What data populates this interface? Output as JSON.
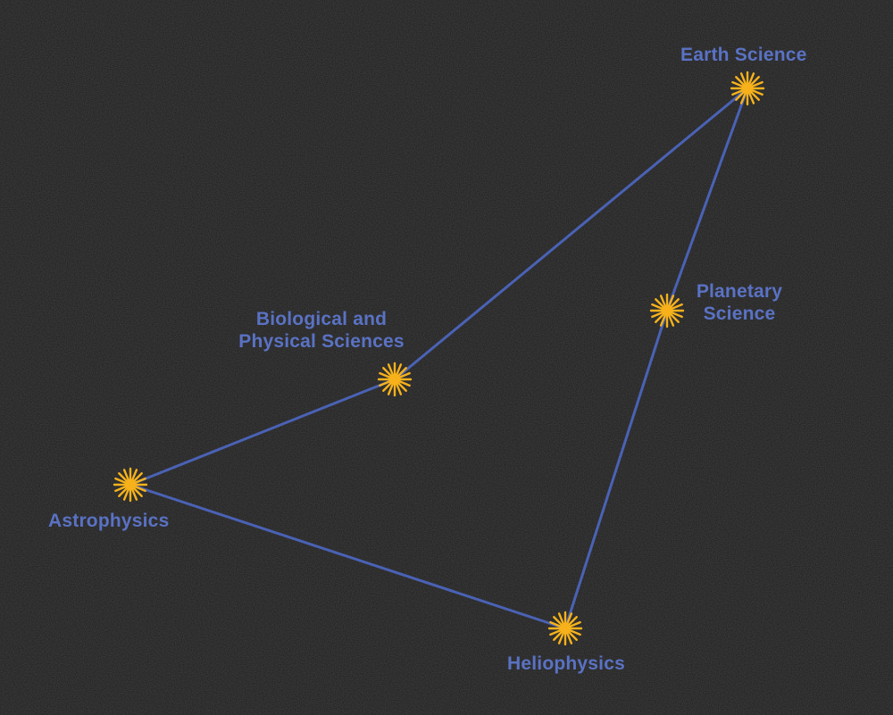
{
  "colors": {
    "background": "#1b1b1b",
    "line": "#4a62b5",
    "star": "#f7b21b",
    "label": "#5a72c4"
  },
  "icons": {
    "node_marker": "starburst-icon"
  },
  "nodes": [
    {
      "id": "earth-science",
      "label": "Earth Science"
    },
    {
      "id": "planetary-science",
      "label": "Planetary\nScience"
    },
    {
      "id": "biological-physical-sciences",
      "label": "Biological and\nPhysical Sciences"
    },
    {
      "id": "astrophysics",
      "label": "Astrophysics"
    },
    {
      "id": "heliophysics",
      "label": "Heliophysics"
    }
  ],
  "edges": [
    {
      "from": "earth-science",
      "to": "biological-physical-sciences"
    },
    {
      "from": "earth-science",
      "to": "planetary-science"
    },
    {
      "from": "planetary-science",
      "to": "heliophysics"
    },
    {
      "from": "biological-physical-sciences",
      "to": "astrophysics"
    },
    {
      "from": "astrophysics",
      "to": "heliophysics"
    }
  ]
}
